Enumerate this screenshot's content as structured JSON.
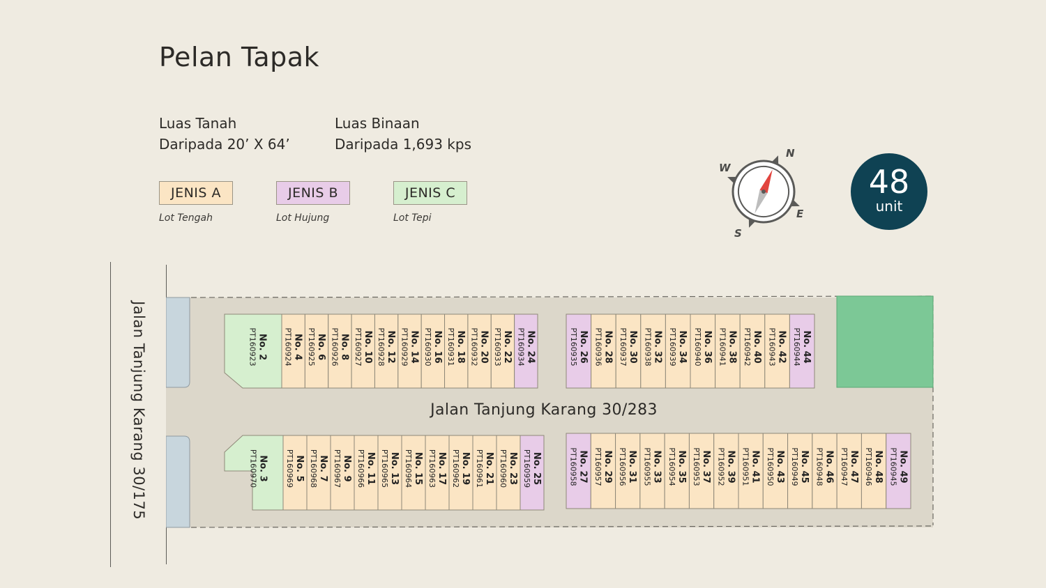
{
  "title": "Pelan Tapak",
  "info": {
    "land_label": "Luas Tanah",
    "land_value": "Daripada 20’ X 64’",
    "built_label": "Luas Binaan",
    "built_value": "Daripada 1,693 kps"
  },
  "legend": [
    {
      "label": "JENIS A",
      "sub": "Lot Tengah",
      "color": "#fbe5c4"
    },
    {
      "label": "JENIS B",
      "sub": "Lot Hujung",
      "color": "#e8cce8"
    },
    {
      "label": "JENIS C",
      "sub": "Lot Tepi",
      "color": "#d6efcf"
    }
  ],
  "compass": {
    "n": "N",
    "e": "E",
    "s": "S",
    "w": "W",
    "icon": "compass-icon"
  },
  "badge": {
    "count": "48",
    "unit": "unit",
    "color": "#0f4253"
  },
  "roads": {
    "main": "Jalan Tanjung Karang 30/283",
    "side": "Jalan Tanjung Karang 30/175"
  },
  "colors": {
    "jenis_a": "#fbe5c4",
    "jenis_b": "#e8cce8",
    "jenis_c": "#d6efcf",
    "road": "#dcd7ca",
    "green_area": "#7cc896",
    "blue_area": "#c8d6dd",
    "background": "#efebe1"
  },
  "lots": {
    "top_left": [
      {
        "no": "No. 2",
        "pt": "PT160923",
        "type": "C"
      },
      {
        "no": "No. 4",
        "pt": "PT160924",
        "type": "A"
      },
      {
        "no": "No. 6",
        "pt": "PT160925",
        "type": "A"
      },
      {
        "no": "No. 8",
        "pt": "PT160926",
        "type": "A"
      },
      {
        "no": "No. 10",
        "pt": "PT160927",
        "type": "A"
      },
      {
        "no": "No. 12",
        "pt": "PT160928",
        "type": "A"
      },
      {
        "no": "No. 14",
        "pt": "PT160929",
        "type": "A"
      },
      {
        "no": "No. 16",
        "pt": "PT160930",
        "type": "A"
      },
      {
        "no": "No. 18",
        "pt": "PT160931",
        "type": "A"
      },
      {
        "no": "No. 20",
        "pt": "PT160932",
        "type": "A"
      },
      {
        "no": "No. 22",
        "pt": "PT160933",
        "type": "A"
      },
      {
        "no": "No. 24",
        "pt": "PT160934",
        "type": "B"
      }
    ],
    "top_right": [
      {
        "no": "No. 26",
        "pt": "PT160935",
        "type": "B"
      },
      {
        "no": "No. 28",
        "pt": "PT160936",
        "type": "A"
      },
      {
        "no": "No. 30",
        "pt": "PT160937",
        "type": "A"
      },
      {
        "no": "No. 32",
        "pt": "PT160938",
        "type": "A"
      },
      {
        "no": "No. 34",
        "pt": "PT160939",
        "type": "A"
      },
      {
        "no": "No. 36",
        "pt": "PT160940",
        "type": "A"
      },
      {
        "no": "No. 38",
        "pt": "PT160941",
        "type": "A"
      },
      {
        "no": "No. 40",
        "pt": "PT160942",
        "type": "A"
      },
      {
        "no": "No. 42",
        "pt": "PT160943",
        "type": "A"
      },
      {
        "no": "No. 44",
        "pt": "PT160944",
        "type": "B"
      }
    ],
    "bottom_left": [
      {
        "no": "No. 3",
        "pt": "PT160970",
        "type": "C"
      },
      {
        "no": "No. 5",
        "pt": "PT160969",
        "type": "A"
      },
      {
        "no": "No. 7",
        "pt": "PT160968",
        "type": "A"
      },
      {
        "no": "No. 9",
        "pt": "PT160967",
        "type": "A"
      },
      {
        "no": "No. 11",
        "pt": "PT160966",
        "type": "A"
      },
      {
        "no": "No. 13",
        "pt": "PT160965",
        "type": "A"
      },
      {
        "no": "No. 15",
        "pt": "PT160964",
        "type": "A"
      },
      {
        "no": "No. 17",
        "pt": "PT160963",
        "type": "A"
      },
      {
        "no": "No. 19",
        "pt": "PT160962",
        "type": "A"
      },
      {
        "no": "No. 21",
        "pt": "PT160961",
        "type": "A"
      },
      {
        "no": "No. 23",
        "pt": "PT160960",
        "type": "A"
      },
      {
        "no": "No. 25",
        "pt": "PT160959",
        "type": "B"
      }
    ],
    "bottom_right": [
      {
        "no": "No. 27",
        "pt": "PT160958",
        "type": "B"
      },
      {
        "no": "No. 29",
        "pt": "PT160957",
        "type": "A"
      },
      {
        "no": "No. 31",
        "pt": "PT160956",
        "type": "A"
      },
      {
        "no": "No. 33",
        "pt": "PT160955",
        "type": "A"
      },
      {
        "no": "No. 35",
        "pt": "PT160954",
        "type": "A"
      },
      {
        "no": "No. 37",
        "pt": "PT160953",
        "type": "A"
      },
      {
        "no": "No. 39",
        "pt": "PT160952",
        "type": "A"
      },
      {
        "no": "No. 41",
        "pt": "PT160951",
        "type": "A"
      },
      {
        "no": "No. 43",
        "pt": "PT160950",
        "type": "A"
      },
      {
        "no": "No. 45",
        "pt": "PT160949",
        "type": "A"
      },
      {
        "no": "No. 46",
        "pt": "PT160948",
        "type": "A"
      },
      {
        "no": "No. 47",
        "pt": "PT160947",
        "type": "A"
      },
      {
        "no": "No. 48",
        "pt": "PT160946",
        "type": "A"
      },
      {
        "no": "No. 49",
        "pt": "PT160945",
        "type": "B"
      }
    ]
  }
}
